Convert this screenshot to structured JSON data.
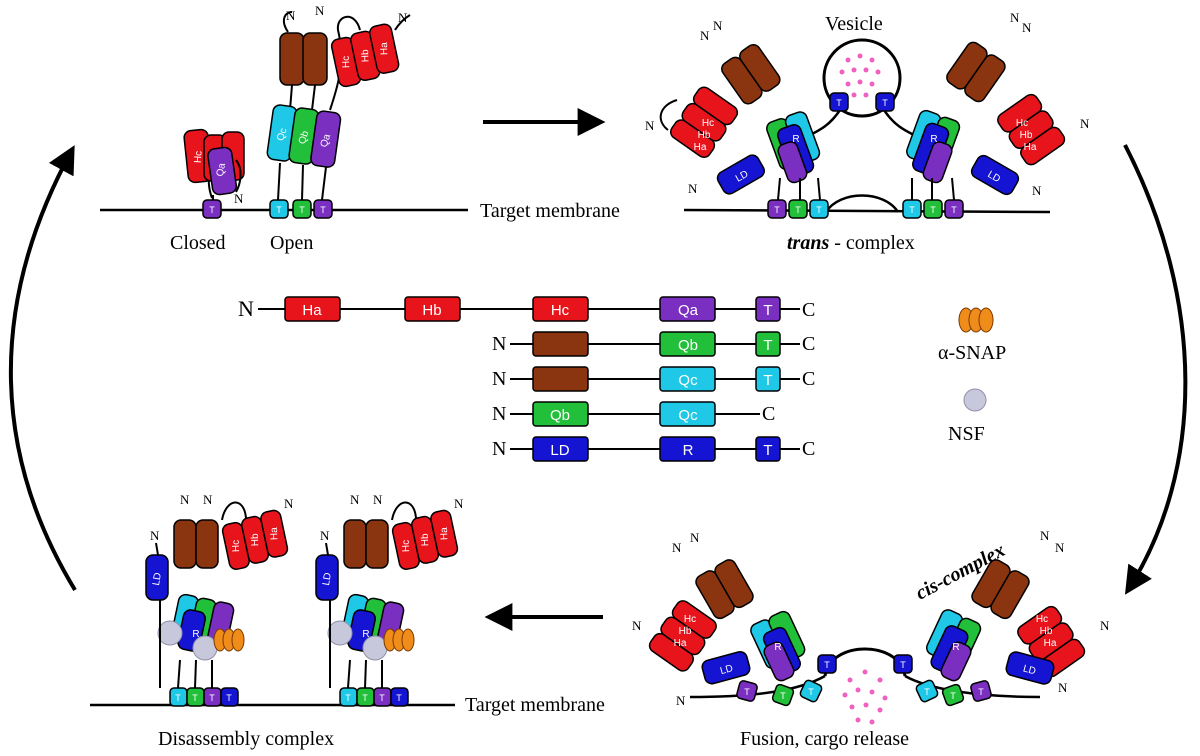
{
  "labels": {
    "closed": "Closed",
    "open": "Open",
    "target_membrane_top": "Target membrane",
    "vesicle": "Vesicle",
    "trans_italic": "trans",
    "trans_rest": " - complex",
    "cis_complex": "cis-complex",
    "target_membrane_bottom": "Target membrane",
    "fusion": "Fusion, cargo release",
    "disassembly": "Disassembly complex",
    "alpha_snap": "α-SNAP",
    "nsf": "NSF",
    "n": "N",
    "c": "C"
  },
  "domains": [
    {
      "segments": [
        "Ha",
        "Hb",
        "Hc",
        "Qa",
        "T"
      ],
      "end": "C"
    },
    {
      "segments": [
        "",
        "Qb",
        "T"
      ],
      "end": "C"
    },
    {
      "segments": [
        "",
        "Qc",
        "T"
      ],
      "end": "C"
    },
    {
      "segments": [
        "Qb",
        "Qc"
      ],
      "end": "C"
    },
    {
      "segments": [
        "LD",
        "R",
        "T"
      ],
      "end": "C"
    }
  ],
  "colors": {
    "H": "#e8141c",
    "Qa": "#7a2fc0",
    "Qb": "#22c03a",
    "Qc": "#1ec8e6",
    "R": "#1414d2",
    "brown": "#8b3510",
    "vesicle_cargo": "#f060c0",
    "alpha_snap": "#f08c1a",
    "nsf": "#c8c8dc"
  },
  "tm_labels": {
    "t": "T",
    "r": "R",
    "ld": "LD",
    "ha": "Ha",
    "hb": "Hb",
    "hc": "Hc",
    "qa": "Qa",
    "qb": "Qb",
    "qc": "Qc"
  }
}
